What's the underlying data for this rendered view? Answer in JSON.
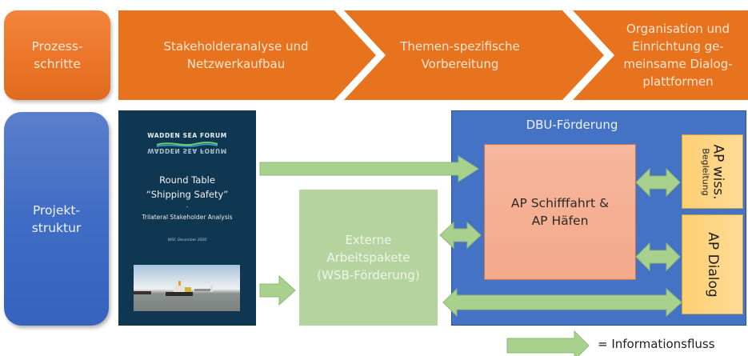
{
  "row_labels": {
    "process": "Prozess-\nschritte",
    "project": "Projekt-\nstruktur"
  },
  "process_steps": [
    {
      "label": "Stakeholderanalyse und\nNetzwerkaufbau"
    },
    {
      "label": "Themen-spezifische\nVorbereitung"
    },
    {
      "label": "Organisation und\nEinrichtung ge-\nmeinsame Dialog-\nplattformen"
    }
  ],
  "cover": {
    "logo": "WADDEN SEA FORUM",
    "title_line1": "Round Table",
    "title_line2": "“Shipping Safety”",
    "dash": "-",
    "subtitle": "Trilateral Stakeholder Analysis",
    "date": "WSF, December 2020",
    "photo_alt": "ships-on-water-photo"
  },
  "external_box": {
    "label": "Externe\nArbeitspakete\n(WSB-Förderung)"
  },
  "dbu": {
    "title": "DBU-Förderung",
    "main_box": "AP Schifffahrt &\nAP Häfen",
    "wiss_title": "AP wiss.",
    "wiss_sub": "Begleitung",
    "dialog": "AP Dialog"
  },
  "legend": {
    "text": "= Informationsfluss"
  },
  "colors": {
    "orange": "#e87424",
    "blue": "#4472c4",
    "cover_navy": "#103752",
    "green": "#b5d4a0",
    "arrow_green": "#a9d18e",
    "salmon": "#f4b090",
    "yellow": "#ffd480"
  }
}
